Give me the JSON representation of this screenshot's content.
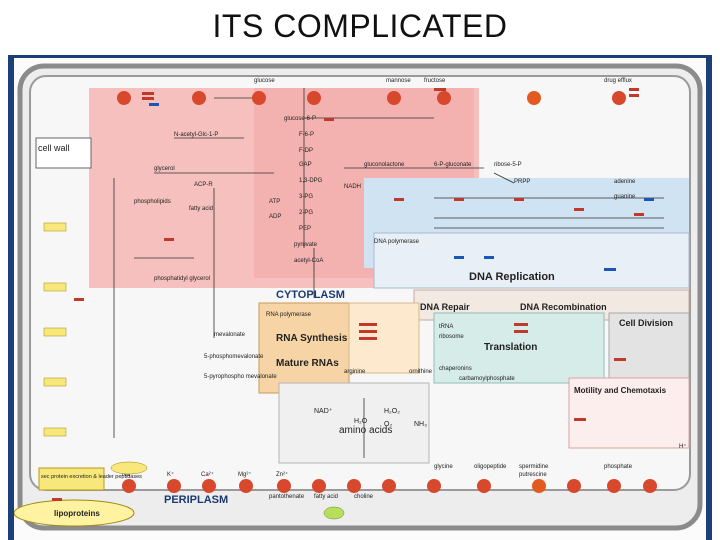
{
  "slide": {
    "title": "ITS COMPLICATED"
  },
  "diagram": {
    "regions": {
      "cell_wall": "cell wall",
      "cytoplasm": "CYTOPLASM",
      "periplasm": "PERIPLASM",
      "dna_replication": "DNA Replication",
      "dna_repair": "DNA Repair",
      "dna_recombination": "DNA Recombination",
      "rna_synthesis": "RNA Synthesis",
      "mature_rnas": "Mature RNAs",
      "translation": "Translation",
      "cell_division": "Cell Division",
      "motility": "Motility and Chemotaxis",
      "amino_acids": "amino acids",
      "lipoproteins": "lipoproteins",
      "sec_export": "sec protein excretion & leader peptidases",
      "drug_efflux": "drug efflux"
    },
    "metabolites": {
      "glucose": "glucose",
      "mannose": "mannose",
      "fructose": "fructose",
      "glucose_6p": "glucose-6-P",
      "f6p": "F-6-P",
      "fdp": "F-DP",
      "gap": "GAP",
      "13dpg": "1,3-DPG",
      "3pg": "3-PG",
      "2pg": "2-PG",
      "pep": "PEP",
      "pyruvate": "pyruvate",
      "acetyl_coa": "acetyl-CoA",
      "nacetyl_glc": "N-acetyl-Glc-1-P",
      "glycerol": "glycerol",
      "acp_r": "ACP-R",
      "fatty_acid": "fatty acid",
      "phospholipids": "phospholipids",
      "phosphatidyl_glycerol": "phosphatidyl glycerol",
      "mevalonate": "mevalonate",
      "5p_mevalonate": "5-phosphomevalonate",
      "5pp_mevalonate": "5-pyrophospho mevalonate",
      "gluconolactone": "gluconolactone",
      "6p_gluconate": "6-P-gluconate",
      "ribose_5p": "ribose-5-P",
      "prpp": "PRPP",
      "adenine": "adenine",
      "guanine": "guanine",
      "arginine": "arginine",
      "ornithine": "ornithine",
      "carbamoylphosphate": "carbamoylphosphate",
      "spermidine": "spermidine",
      "putrescine": "putrescine",
      "oligopeptide": "oligopeptide",
      "glycine": "glycine",
      "phosphate": "phosphate",
      "pantothenate": "pantothenate",
      "fatty_acids_pt": "fatty acid",
      "choline": "choline",
      "nad": "NAD⁺",
      "nadh": "NADH",
      "atp": "ATP",
      "adp": "ADP",
      "dna_poly": "DNA polymerase",
      "rna_poly": "RNA polymerase",
      "tRNA": "tRNA",
      "ribosome": "ribosome",
      "chaperonin": "chaperonins",
      "h2o": "H₂O",
      "o2": "O₂",
      "h2o2": "H₂O₂",
      "nh3": "NH₃"
    },
    "ions": {
      "na": "Na⁺",
      "k": "K⁺",
      "ca": "Ca²⁺",
      "mg": "Mg²⁺",
      "zn": "Zn²⁺",
      "h": "H⁺"
    },
    "colors": {
      "frame": "#1b3f76",
      "cytoplasm_pink": "#f4b6b3",
      "nucleotide_blue": "#cfe3f2",
      "rna_orange": "#f6d4a5",
      "translation_teal": "#d6ece9",
      "division_grey": "#e3e3e3",
      "membrane_grey": "#8b8b8b",
      "transporter_red": "#d8482c",
      "lipoprotein_yellow": "#fff3a1",
      "sec_yellow": "#f8e77b"
    }
  }
}
